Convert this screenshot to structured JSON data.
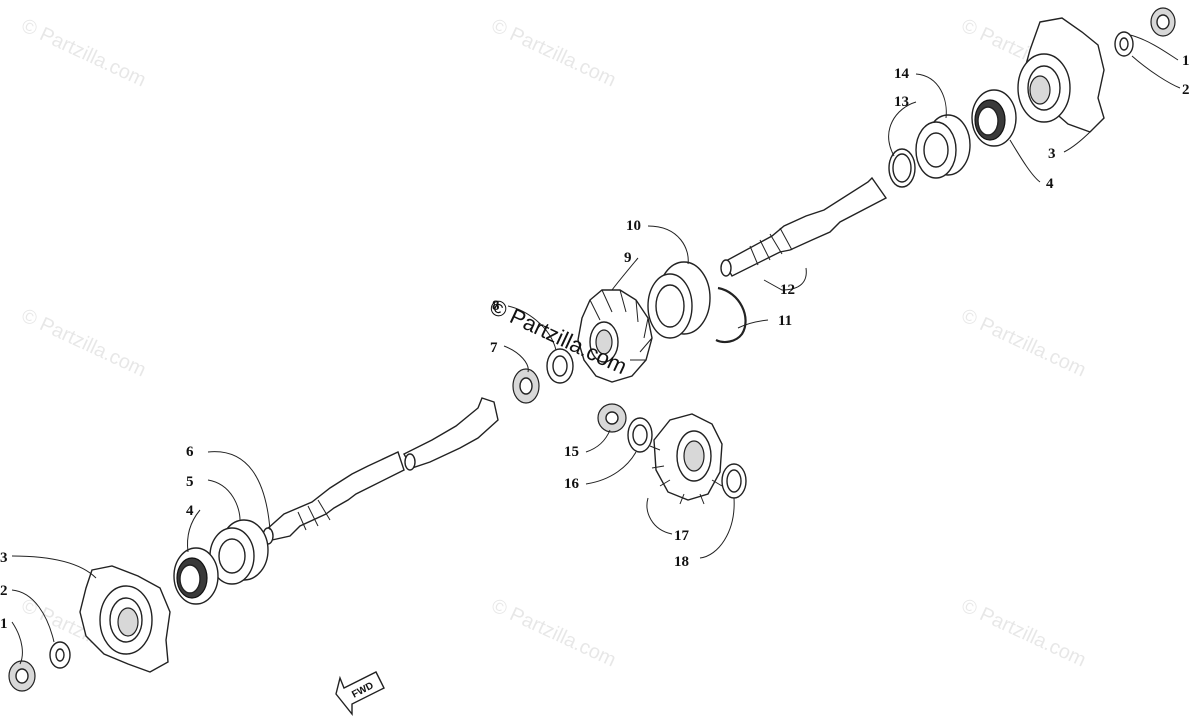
{
  "watermark": {
    "text": "© Partzilla.com"
  },
  "center_watermark": {
    "text": "© Partzilla.com"
  },
  "direction_arrow": {
    "label": "FWD"
  },
  "callouts": [
    {
      "id": "c1a",
      "label": "1"
    },
    {
      "id": "c2a",
      "label": "2"
    },
    {
      "id": "c3a",
      "label": "3"
    },
    {
      "id": "c4a",
      "label": "4"
    },
    {
      "id": "c14",
      "label": "14"
    },
    {
      "id": "c13",
      "label": "13"
    },
    {
      "id": "c10",
      "label": "10"
    },
    {
      "id": "c9",
      "label": "9"
    },
    {
      "id": "c12",
      "label": "12"
    },
    {
      "id": "c11",
      "label": "11"
    },
    {
      "id": "c8",
      "label": "8"
    },
    {
      "id": "c7",
      "label": "7"
    },
    {
      "id": "c15",
      "label": "15"
    },
    {
      "id": "c16",
      "label": "16"
    },
    {
      "id": "c17",
      "label": "17"
    },
    {
      "id": "c18",
      "label": "18"
    },
    {
      "id": "c6",
      "label": "6"
    },
    {
      "id": "c5",
      "label": "5"
    },
    {
      "id": "c4b",
      "label": "4"
    },
    {
      "id": "c3b",
      "label": "3"
    },
    {
      "id": "c2b",
      "label": "2"
    },
    {
      "id": "c1b",
      "label": "1"
    }
  ]
}
